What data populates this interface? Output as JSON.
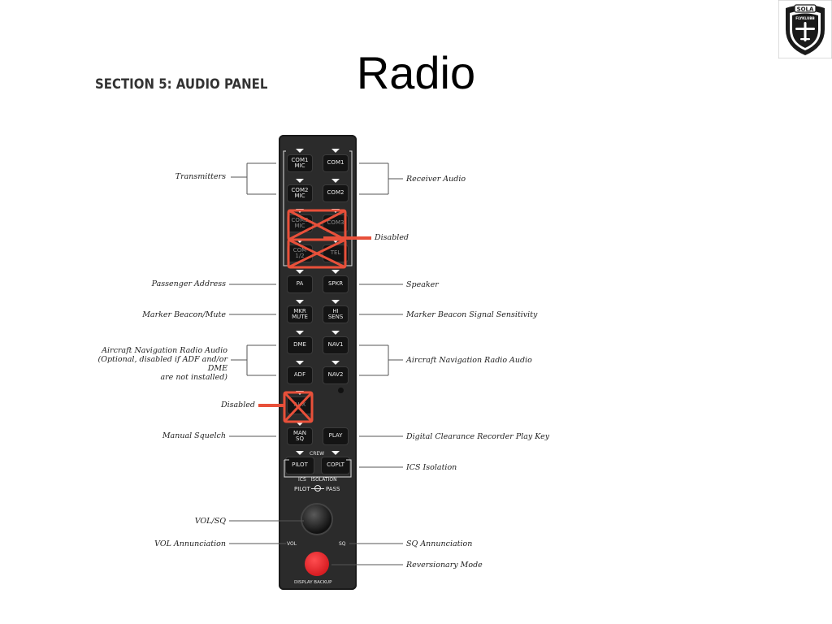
{
  "slide": {
    "title": "Radio",
    "section_heading": "SECTION 5: AUDIO PANEL",
    "logo": {
      "top_text": "SOLA",
      "bottom_text": "FLYKLUBB",
      "icon": "airplane-shield-icon"
    }
  },
  "panel": {
    "buttons": [
      {
        "id": "com1-mic",
        "label": "COM1\nMIC",
        "disabled": false
      },
      {
        "id": "com1",
        "label": "COM1",
        "disabled": false
      },
      {
        "id": "com2-mic",
        "label": "COM2\nMIC",
        "disabled": false
      },
      {
        "id": "com2",
        "label": "COM2",
        "disabled": false
      },
      {
        "id": "com3-mic",
        "label": "COM3\nMIC",
        "disabled": true
      },
      {
        "id": "com3",
        "label": "COM3",
        "disabled": true
      },
      {
        "id": "com12",
        "label": "COM\n1/2",
        "disabled": true
      },
      {
        "id": "tel",
        "label": "TEL",
        "disabled": true
      },
      {
        "id": "pa",
        "label": "PA",
        "disabled": false
      },
      {
        "id": "spkr",
        "label": "SPKR",
        "disabled": false
      },
      {
        "id": "mkr-mute",
        "label": "MKR\nMUTE",
        "disabled": false
      },
      {
        "id": "hi-sens",
        "label": "HI\nSENS",
        "disabled": false
      },
      {
        "id": "dme",
        "label": "DME",
        "disabled": false
      },
      {
        "id": "nav1",
        "label": "NAV1",
        "disabled": false
      },
      {
        "id": "adf",
        "label": "ADF",
        "disabled": false
      },
      {
        "id": "nav2",
        "label": "NAV2",
        "disabled": false
      },
      {
        "id": "aux",
        "label": "AUX",
        "disabled": true
      },
      {
        "id": "man-sq",
        "label": "MAN\nSQ",
        "disabled": false
      },
      {
        "id": "play",
        "label": "PLAY",
        "disabled": false
      },
      {
        "id": "pilot",
        "label": "PILOT",
        "disabled": false
      },
      {
        "id": "coplt",
        "label": "COPLT",
        "disabled": false
      }
    ],
    "crew_label": "CREW",
    "ics_isolation_label": "ICS   ISOLATION",
    "pilot_pass_label": "PILOT",
    "pass_label": "PASS",
    "vol_label": "VOL",
    "sq_label": "SQ",
    "display_backup_label": "DISPLAY BACKUP",
    "colors": {
      "panel": "#2b2b2b",
      "button": "#141414",
      "disabled_mark": "#e8503a",
      "backup_knob": "#e8262b"
    }
  },
  "callouts": {
    "transmitters": "Transmitters",
    "receiver_audio": "Receiver Audio",
    "disabled_1": "Disabled",
    "passenger_address": "Passenger Address",
    "speaker": "Speaker",
    "marker_beacon_mute": "Marker Beacon/Mute",
    "marker_beacon_sensitivity": "Marker Beacon Signal Sensitivity",
    "nav_audio_left": "Aircraft Navigation Radio Audio\n(Optional, disabled if ADF and/or DME\nare not installed)",
    "nav_audio_right": "Aircraft Navigation Radio Audio",
    "disabled_2": "Disabled",
    "manual_squelch": "Manual Squelch",
    "digital_clearance": "Digital Clearance Recorder Play Key",
    "ics_isolation": "ICS Isolation",
    "vol_sq": "VOL/SQ",
    "vol_annunciation": "VOL Annunciation",
    "sq_annunciation": "SQ Annunciation",
    "reversionary_mode": "Reversionary Mode"
  }
}
